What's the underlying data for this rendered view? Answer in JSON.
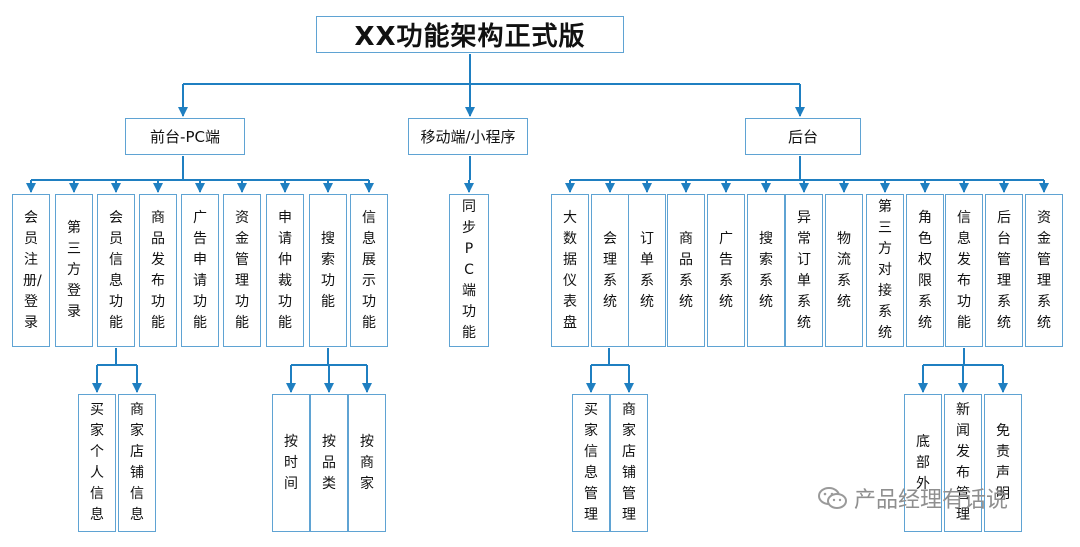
{
  "title": "XX功能架构正式版",
  "branches": {
    "pc": "前台-PC端",
    "mobile": "移动端/小程序",
    "backend": "后台"
  },
  "pc_items": [
    "会员注册/登录",
    "第三方登录",
    "会员信息功能",
    "商品发布功能",
    "广告申请功能",
    "资金管理功能",
    "申请仲裁功能",
    "搜索功能",
    "信息展示功能"
  ],
  "pc_member_sub": [
    "买家个人信息",
    "商家店铺信息"
  ],
  "pc_search_sub": [
    "按时间",
    "按品类",
    "按商家"
  ],
  "mobile_items": [
    "同步PC端功能"
  ],
  "backend_items": [
    "大数据仪表盘",
    "会理系统",
    "订单系统",
    "商品系统",
    "广告系统",
    "搜索系统",
    "异常订单系统",
    "物流系统",
    "第三方对接系统",
    "角色权限系统",
    "信息发布功能",
    "后台管理系统",
    "资金管理系统"
  ],
  "backend_member_sub": [
    "买家信息管理",
    "商家店铺管理"
  ],
  "backend_info_sub": [
    "底部外",
    "新闻发布管理",
    "免责声明"
  ],
  "watermark": "产品经理有话说",
  "colors": {
    "border": "#5fa3d3",
    "line": "#1f7fc1"
  }
}
